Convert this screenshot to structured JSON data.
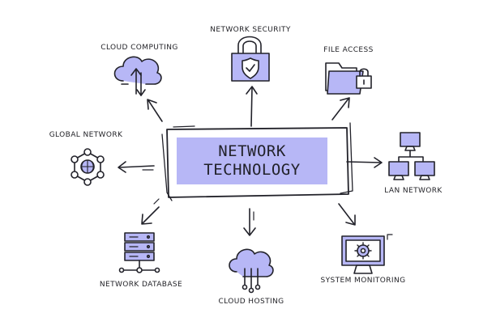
{
  "center": {
    "line1": "NETWORK",
    "line2": "TECHNOLOGY"
  },
  "nodes": {
    "network_security": "NETWORK SECURITY",
    "cloud_computing": "CLOUD COMPUTING",
    "file_access": "FILE ACCESS",
    "global_network": "GLOBAL NETWORK",
    "lan_network": "LAN NETWORK",
    "network_database": "NETWORK DATABASE",
    "cloud_hosting": "CLOUD HOSTING",
    "system_monitoring": "SYSTEM MONITORING"
  },
  "colors": {
    "accent": "#b7b7f6",
    "ink": "#22222a"
  },
  "icons": [
    "cloud-upload-icon",
    "padlock-shield-icon",
    "locked-folder-icon",
    "globe-network-icon",
    "lan-computers-icon",
    "server-database-icon",
    "cloud-hosting-icon",
    "gear-monitor-icon"
  ]
}
